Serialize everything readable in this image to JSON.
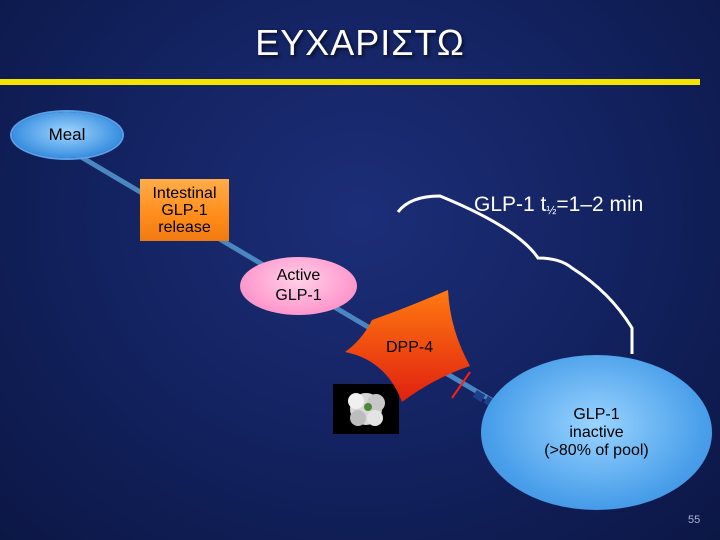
{
  "title": "ΕΥΧΑΡΙΣΤΩ",
  "nodes": {
    "meal": "Meal",
    "intestinal_release": [
      "Intestinal",
      "GLP-1",
      "release"
    ],
    "active_glp1": [
      "Active",
      "GLP-1"
    ],
    "dpp4": "DPP-4",
    "inactive_glp1": [
      "GLP-1",
      "inactive",
      "(>80% of pool)"
    ]
  },
  "half_life": {
    "prefix": "GLP-1 t",
    "subscript": "½",
    "suffix": "=1–2 min"
  },
  "slide_number": "55",
  "colors": {
    "background": "#12215e",
    "title_rule": "#f5e400",
    "meal_fill": "#3a8fe0",
    "intestinal_fill": "#ff8c1a",
    "active_fill": "#ff9fd0",
    "dpp4_fill": "#f03010",
    "inactive_fill": "#4a9fea",
    "connector": "#4a86bf"
  }
}
